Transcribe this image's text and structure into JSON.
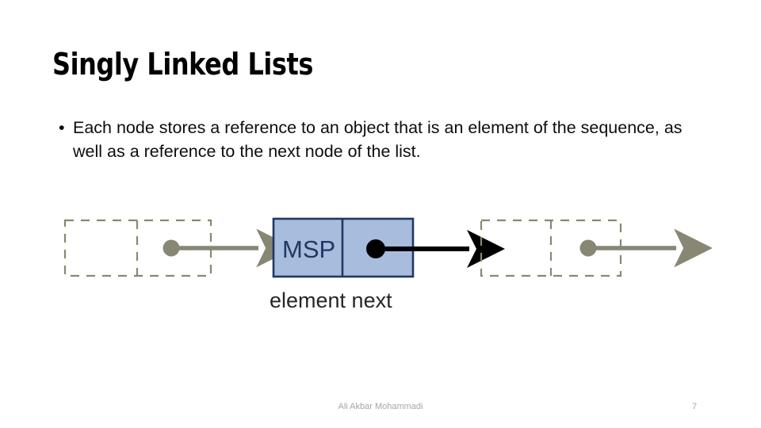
{
  "slide": {
    "title": "Singly Linked Lists",
    "body": {
      "bullet_marker": "•",
      "text": "Each node stores a reference to an object that is an element of the sequence, as well as a reference to the next node of the list."
    },
    "footer": {
      "author": "Ali Akbar Mohammadi",
      "page_number": "7"
    },
    "diagram": {
      "node_label": "MSP",
      "caption": "element next",
      "caption_parts": {
        "element": "element",
        "next": "next"
      },
      "colors": {
        "node_fill": "#a8bcdd",
        "node_border": "#1f3864",
        "dashed_stroke": "#878774",
        "olive_arrow": "#878774",
        "black_arrow": "#000000",
        "caption_text": "#262626",
        "node_text": "#1f3864"
      },
      "placeholders": [
        {
          "name": "left-placeholder-node",
          "cells": 2
        },
        {
          "name": "right-placeholder-node",
          "cells": 2
        }
      ]
    }
  }
}
